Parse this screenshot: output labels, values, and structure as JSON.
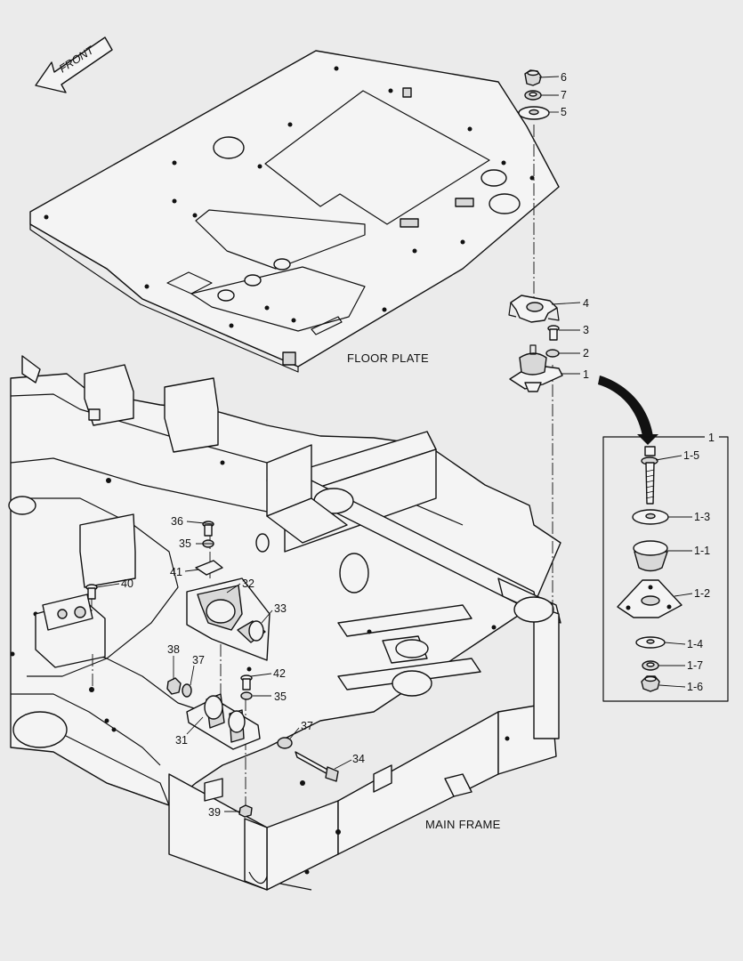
{
  "labels": {
    "front": "FRONT",
    "floor_plate": "FLOOR PLATE",
    "main_frame": "MAIN FRAME"
  },
  "callouts": {
    "c1": "1",
    "c2": "2",
    "c3": "3",
    "c4": "4",
    "c5": "5",
    "c6": "6",
    "c7": "7",
    "c31": "31",
    "c32": "32",
    "c33": "33",
    "c34": "34",
    "c35a": "35",
    "c35b": "35",
    "c36": "36",
    "c37a": "37",
    "c37b": "37",
    "c38": "38",
    "c39": "39",
    "c40": "40",
    "c41": "41",
    "c42": "42"
  },
  "inset": {
    "title": "1",
    "items": {
      "i15": "1-5",
      "i13": "1-3",
      "i11": "1-1",
      "i12": "1-2",
      "i14": "1-4",
      "i17": "1-7",
      "i16": "1-6"
    }
  }
}
